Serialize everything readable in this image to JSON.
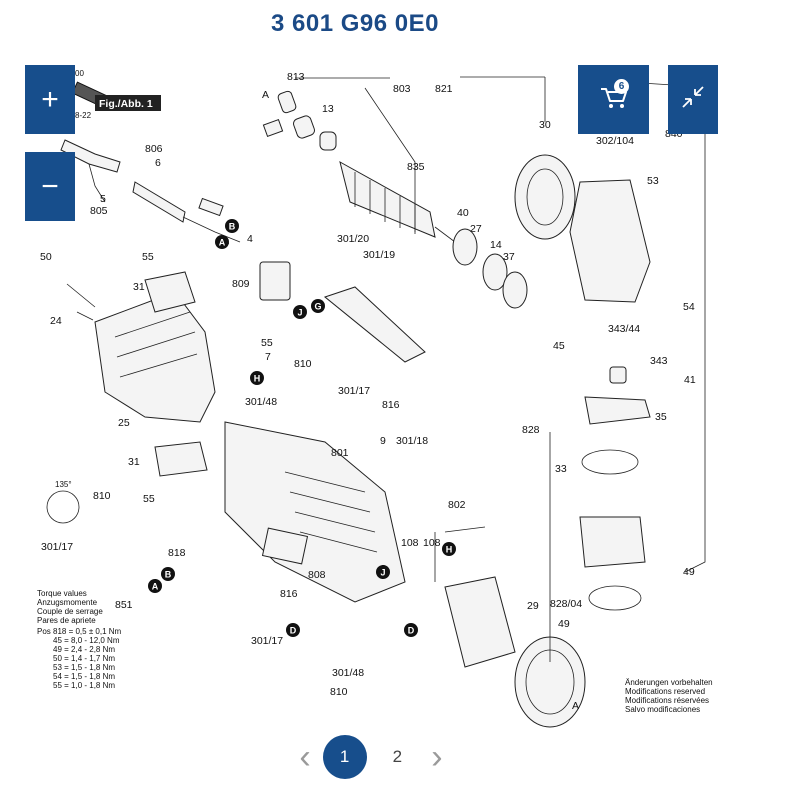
{
  "title": "3 601 G96 0E0",
  "diagram": {
    "fig_label": "Fig./Abb. 1",
    "corner_codes": [
      "00",
      "8-22"
    ],
    "part_labels": [
      "813",
      "803",
      "A",
      "13",
      "835",
      "806",
      "6",
      "5",
      "805",
      "B",
      "A",
      "4",
      "301/20",
      "301/19",
      "55",
      "809",
      "50",
      "31",
      "G",
      "J",
      "24",
      "55",
      "7",
      "H",
      "810",
      "301/17",
      "816",
      "301/48",
      "25",
      "801",
      "9",
      "301/18",
      "31",
      "55",
      "810",
      "301/17",
      "802",
      "108",
      "108",
      "H",
      "J",
      "818",
      "A",
      "B",
      "851",
      "808",
      "816",
      "D",
      "301/17",
      "301/48",
      "810",
      "D",
      "40",
      "27",
      "14",
      "37",
      "30",
      "53",
      "54",
      "343/44",
      "343",
      "45",
      "41",
      "35",
      "828",
      "33",
      "49",
      "828/04",
      "29",
      "49",
      "A",
      "821",
      "302/104",
      "840"
    ],
    "callout_letters": [
      "B",
      "A",
      "G",
      "J",
      "H",
      "A",
      "B",
      "D",
      "D",
      "H",
      "J"
    ],
    "torque": {
      "heading": [
        "Torque values",
        "Anzugsmomente",
        "Couple de serrage",
        "Pares de apriete"
      ],
      "rows": [
        "Pos 818 = 0,5 ± 0,1 Nm",
        "45 = 8,0 - 12,0 Nm",
        "49 = 2,4 - 2,8 Nm",
        "50 = 1,4 - 1,7 Nm",
        "53 = 1,5 - 1,8 Nm",
        "54 = 1,5 - 1,8 Nm",
        "55 = 1,0 - 1,8 Nm"
      ]
    },
    "notice": [
      "Änderungen vorbehalten",
      "Modifications reserved",
      "Modifications réservées",
      "Salvo modificaciones"
    ],
    "angle_label": "135°"
  },
  "controls": {
    "zoom_in": "+",
    "zoom_out": "−",
    "cart_count": "6",
    "cart_icon": "cart-icon",
    "collapse_icon": "collapse-arrows-icon"
  },
  "pagination": {
    "prev": "‹",
    "next": "›",
    "pages": [
      "1",
      "2"
    ],
    "current": "1"
  }
}
